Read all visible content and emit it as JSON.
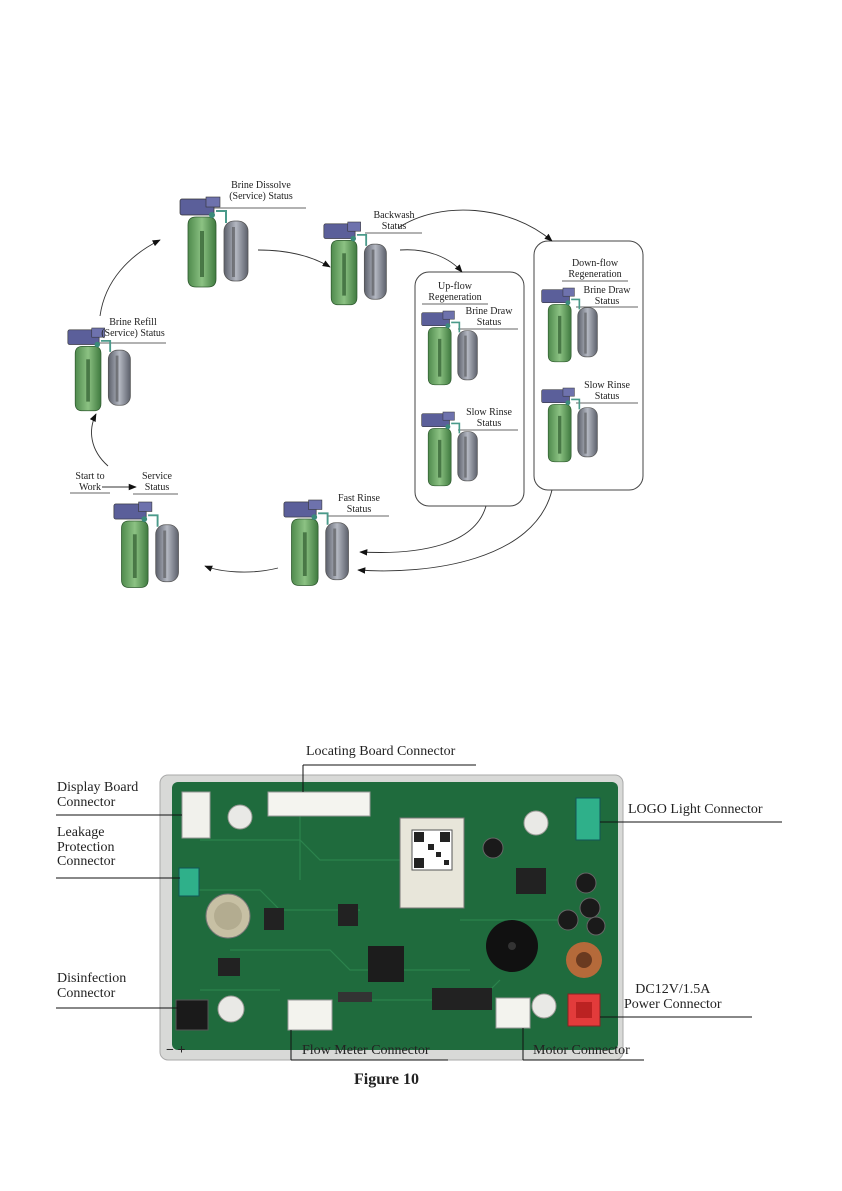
{
  "cycle_diagram": {
    "labels": {
      "brine_dissolve": "Brine Dissolve\n(Service) Status",
      "backwash": "Backwash\nStatus",
      "brine_refill": "Brine Refill\n(Service) Status",
      "upflow_regeneration": "Up-flow\nRegeneration",
      "upflow_brine_draw": "Brine Draw\nStatus",
      "upflow_slow_rinse": "Slow Rinse\nStatus",
      "downflow_regeneration": "Down-flow\nRegeneration",
      "downflow_brine_draw": "Brine Draw\nStatus",
      "downflow_slow_rinse": "Slow Rinse\nStatus",
      "start_to_work": "Start to\nWork",
      "service": "Service\nStatus",
      "fast_rinse": "Fast Rinse\nStatus"
    }
  },
  "pcb_diagram": {
    "labels": {
      "locating_board": "Locating Board Connector",
      "display_board": "Display Board\nConnector",
      "leakage_protection": "Leakage\nProtection\nConnector",
      "disinfection": "Disinfection\nConnector",
      "logo_light": "LOGO Light Connector",
      "power": "DC12V/1.5A\nPower Connector",
      "flow_meter": "Flow Meter Connector",
      "motor": "Motor Connector",
      "polarity": "− +"
    }
  },
  "figure_caption": "Figure 10",
  "colors": {
    "pcb_green": "#1e6b3c",
    "tank_green": "#6fa36a",
    "valve_purple": "#5b5f9a",
    "cylinder_gray": "#8a8e98"
  }
}
